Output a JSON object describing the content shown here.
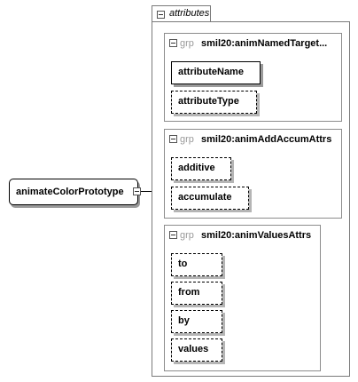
{
  "root": {
    "label": "animateColorPrototype"
  },
  "attributes": {
    "label": "attributes"
  },
  "groups": [
    {
      "keyword": "grp",
      "name": "smil20:animNamedTarget...",
      "items": [
        {
          "label": "attributeName",
          "style": "solid"
        },
        {
          "label": "attributeType",
          "style": "dashed"
        }
      ]
    },
    {
      "keyword": "grp",
      "name": "smil20:animAddAccumAttrs",
      "items": [
        {
          "label": "additive",
          "style": "dashed"
        },
        {
          "label": "accumulate",
          "style": "dashed"
        }
      ]
    },
    {
      "keyword": "grp",
      "name": "smil20:animValuesAttrs",
      "items": [
        {
          "label": "to",
          "style": "dashed"
        },
        {
          "label": "from",
          "style": "dashed"
        },
        {
          "label": "by",
          "style": "dashed"
        },
        {
          "label": "values",
          "style": "dashed"
        }
      ]
    }
  ]
}
